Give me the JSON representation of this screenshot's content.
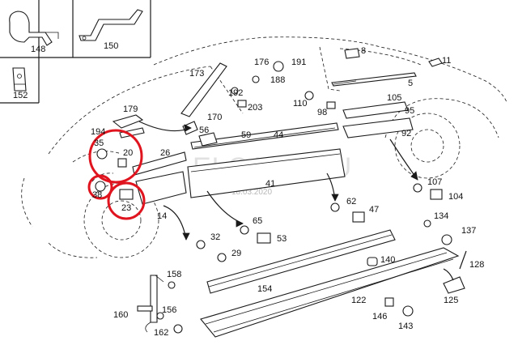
{
  "watermark": "ELCATS.RU",
  "date_stamp": "18.03.2020",
  "highlight_color": "#e0141e",
  "inset_labels": [
    "148",
    "150",
    "152"
  ],
  "labels": {
    "l1": "173",
    "l2": "176",
    "l3": "191",
    "l4": "188",
    "l5": "8",
    "l6": "11",
    "l7": "5",
    "l8": "192",
    "l9": "203",
    "l10": "110",
    "l11": "98",
    "l12": "105",
    "l13": "95",
    "l14": "179",
    "l15": "170",
    "l16": "194",
    "l17": "56",
    "l18": "59",
    "l19": "44",
    "l20": "92",
    "l21": "35",
    "l22": "20",
    "l23": "26",
    "l24": "38",
    "l25": "23",
    "l26": "41",
    "l27": "107",
    "l28": "104",
    "l29": "62",
    "l30": "47",
    "l31": "14",
    "l32": "65",
    "l33": "53",
    "l34": "32",
    "l35": "29",
    "l36": "134",
    "l37": "137",
    "l38": "140",
    "l39": "128",
    "l40": "158",
    "l41": "154",
    "l42": "122",
    "l43": "125",
    "l44": "160",
    "l45": "156",
    "l46": "146",
    "l47": "162",
    "l48": "143"
  }
}
